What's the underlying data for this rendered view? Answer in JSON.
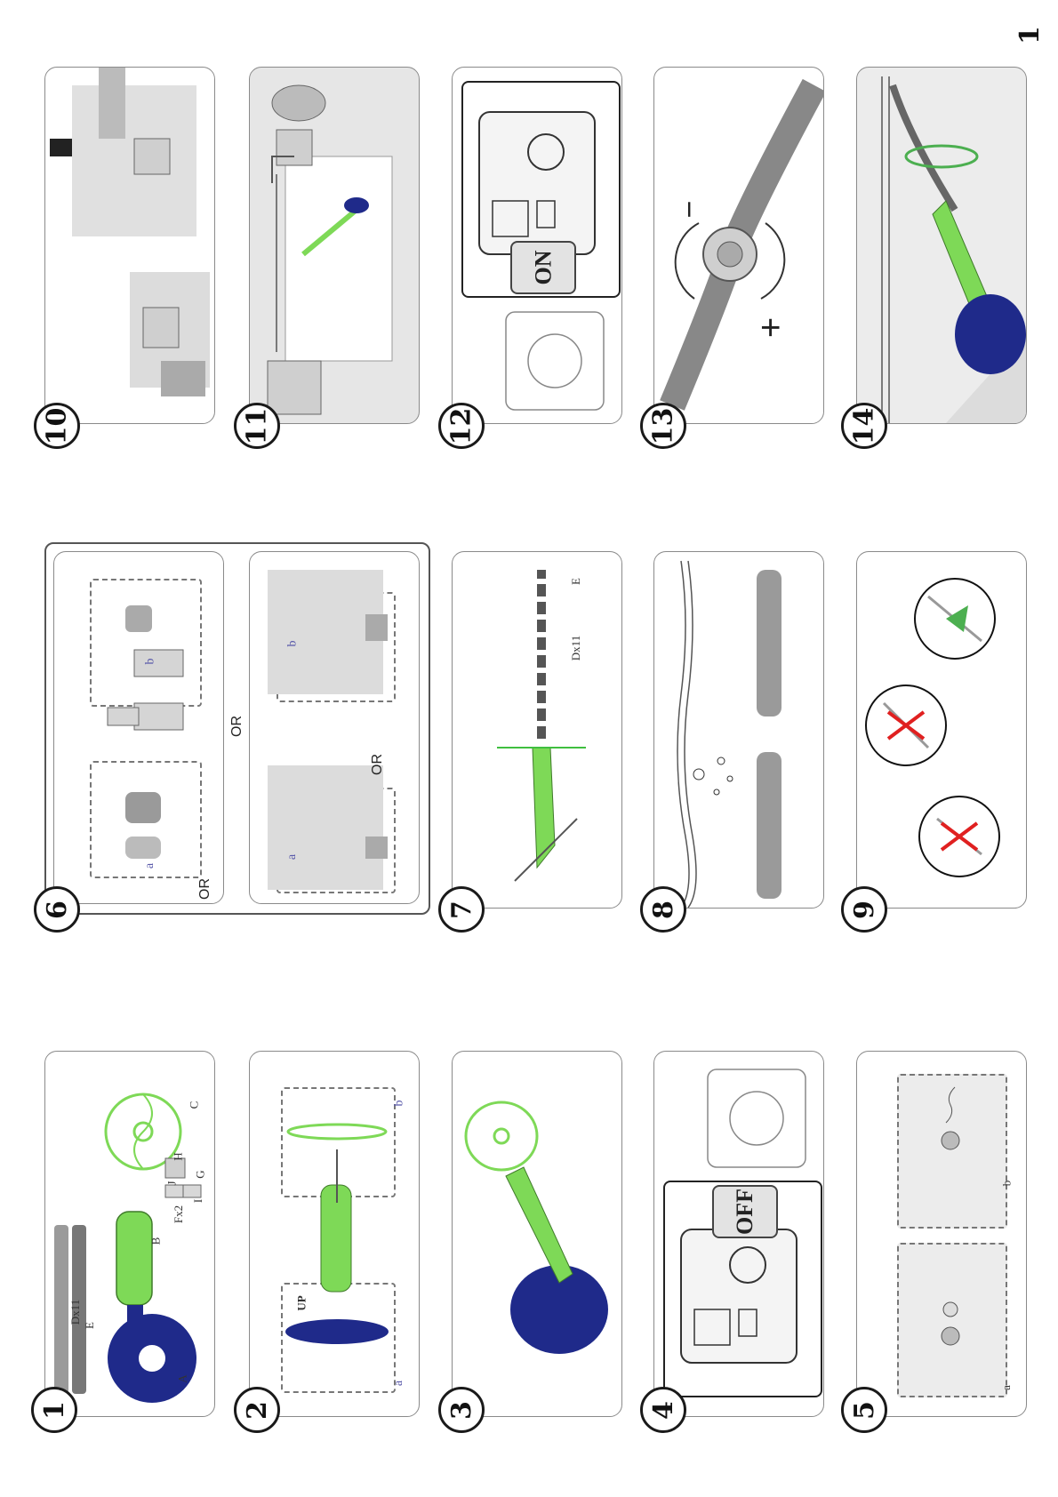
{
  "page_number": "1",
  "steps": [
    {
      "number": "1",
      "labels": {
        "a": "A",
        "b": "B",
        "c": "C",
        "d": "Dx11",
        "e": "E",
        "f": "Fx2",
        "g": "G",
        "h": "H",
        "i": "I",
        "j": "J"
      }
    },
    {
      "number": "2",
      "labels": {
        "up": "UP",
        "a": "a",
        "b": "b"
      }
    },
    {
      "number": "3"
    },
    {
      "number": "4",
      "switch": "OFF"
    },
    {
      "number": "5",
      "labels": {
        "a": "a",
        "b": "b"
      }
    },
    {
      "number": "6",
      "labels": {
        "a": "a",
        "b": "b",
        "a2": "a",
        "b2": "b",
        "or_center": "OR",
        "or_top": "OR",
        "or_bottom": "OR"
      }
    },
    {
      "number": "7",
      "labels": {
        "d": "Dx11",
        "e": "E"
      }
    },
    {
      "number": "8"
    },
    {
      "number": "9"
    },
    {
      "number": "10"
    },
    {
      "number": "11"
    },
    {
      "number": "12",
      "switch": "ON"
    },
    {
      "number": "13",
      "labels": {
        "minus": "−",
        "plus": "+"
      }
    },
    {
      "number": "14"
    }
  ],
  "colors": {
    "green": "#7ed957",
    "navy": "#1f2a8a",
    "red": "#e02020",
    "grey": "#bfbfbf"
  }
}
